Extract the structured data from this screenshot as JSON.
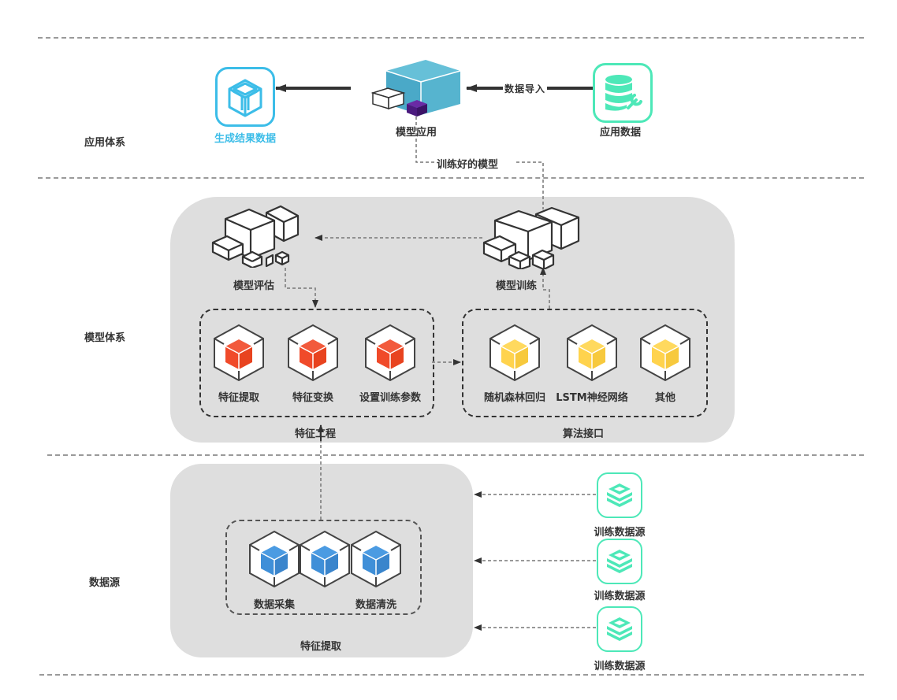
{
  "layers": {
    "application": "应用体系",
    "model": "模型体系",
    "data_source": "数据源"
  },
  "application": {
    "result_label": "生成结果数据",
    "model_app_label": "模型应用",
    "app_data_label": "应用数据",
    "import_edge_label": "数据导入",
    "trained_model_edge_label": "训练好的模型"
  },
  "model_system": {
    "evaluation_label": "模型评估",
    "training_label": "模型训练",
    "feature_engineering": {
      "title": "特征工程",
      "items": [
        {
          "label": "特征提取"
        },
        {
          "label": "特征变换"
        },
        {
          "label": "设置训练参数"
        }
      ]
    },
    "algorithm_interface": {
      "title": "算法接口",
      "items": [
        {
          "label": "随机森林回归"
        },
        {
          "label": "LSTM神经网络"
        },
        {
          "label": "其他"
        }
      ]
    }
  },
  "data_source": {
    "panel_title": "特征提取",
    "collect_label": "数据采集",
    "clean_label": "数据清洗",
    "sources": [
      {
        "label": "训练数据源"
      },
      {
        "label": "训练数据源"
      },
      {
        "label": "训练数据源"
      }
    ]
  },
  "colors": {
    "result_blue": "#3cbde8",
    "app_teal": "#56b4cf",
    "purple": "#4b1a7e",
    "mint": "#4de8b8",
    "red": "#f04a2a",
    "yellow": "#ffd34d",
    "blue": "#3f8fd8",
    "panel_gray": "#dedede",
    "text": "#333333"
  }
}
